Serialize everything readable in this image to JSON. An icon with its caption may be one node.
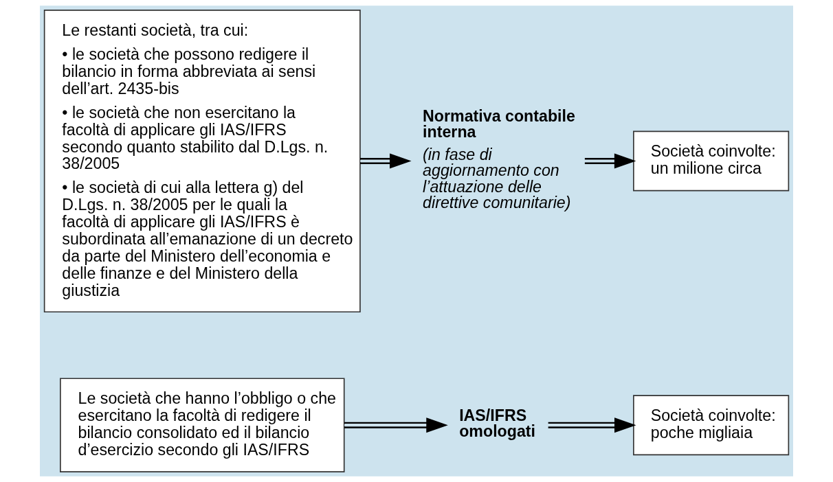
{
  "diagram": {
    "nodes": [
      {
        "text": [
          "Le società che hanno l’obbligo o che esercitano la facoltà di redigere il bilancio consolidato ed il bilancio d’esercizio secondo gli IAS/IFRS"
        ]
      },
      {
        "text": [
          "IAS/IFRS omologati"
        ]
      },
      {
        "text": [
          "Società coinvolte: poche migliaia"
        ]
      },
      {
        "text": [
          "Le restanti società, tra cui:",
          "• le società che possono redigere il bilancio in forma abbreviata ai sensi dell’art. 2435-bis",
          "• le società che non esercitano la facoltà di applicare gli IAS/IFRS secondo quanto stabilito dal D.Lgs. n. 38/2005",
          "• le società di cui alla lettera g) del D.Lgs. n. 38/2005 per le quali la facoltà di applicare gli IAS/IFRS è subordinata all’emanazione di un decreto da parte del Ministero dell’economia e delle finanze e del Ministero della giustizia"
        ]
      },
      {
        "text": [
          "Normativa contabile interna",
          "(in fase di aggiornamento con l’attuazione delle direttive comunitarie)"
        ]
      },
      {
        "text": [
          "Società coinvolte: un milione circa"
        ]
      }
    ],
    "edges": [
      {
        "from": 0,
        "to": 1,
        "arrow": "to"
      },
      {
        "from": 1,
        "to": 2,
        "arrow": "to"
      },
      {
        "from": 3,
        "to": 4,
        "arrow": "to"
      },
      {
        "from": 4,
        "to": 5,
        "arrow": "to"
      }
    ]
  }
}
